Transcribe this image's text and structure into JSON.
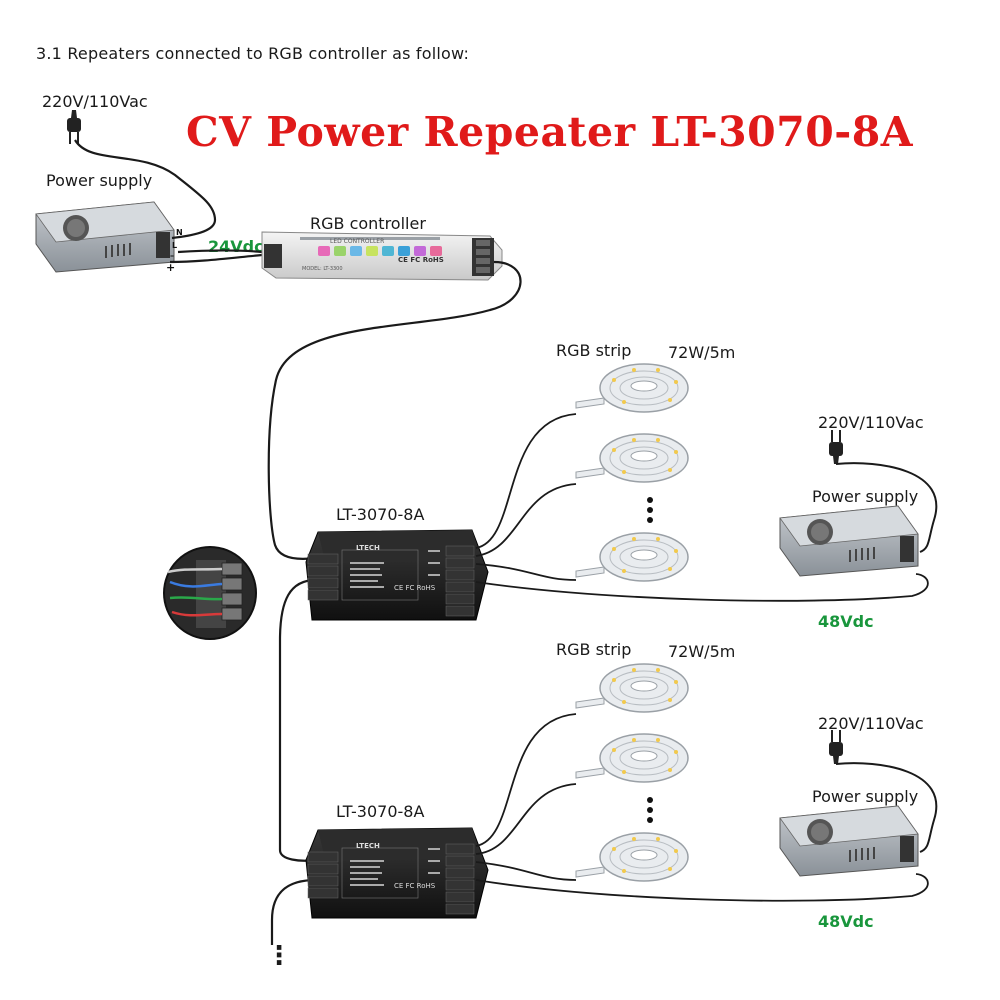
{
  "heading": "3.1  Repeaters connected to RGB controller as follow:",
  "title": "CV Power Repeater LT-3070-8A",
  "input_power": {
    "ac_label": "220V/110Vac",
    "psu_label": "Power supply",
    "dc_label": "24Vdc",
    "terminals": [
      "N",
      "L",
      "–",
      "+"
    ]
  },
  "controller": {
    "label": "RGB controller",
    "panel_text": "LED CONTROLLER",
    "model_text": "MODEL: LT-3300",
    "marks": "CE FC RoHS"
  },
  "groups": [
    {
      "repeater_label": "LT-3070-8A",
      "strip_label": "RGB strip",
      "strip_power": "72W/5m",
      "ac_label": "220V/110Vac",
      "psu_label": "Power supply",
      "dc_label": "48Vdc"
    },
    {
      "repeater_label": "LT-3070-8A",
      "strip_label": "RGB strip",
      "strip_power": "72W/5m",
      "ac_label": "220V/110Vac",
      "psu_label": "Power supply",
      "dc_label": "48Vdc"
    }
  ],
  "repeater_panel": {
    "brand": "LTECH",
    "marks": "CE FC RoHS"
  },
  "continuation": "⋮",
  "colors": {
    "title": "#e01a1a",
    "dc_label": "#19963c",
    "repeater_body": "#1e1e1e",
    "psu_body": "#9aa1a8",
    "wire": "#1a1a1a"
  }
}
